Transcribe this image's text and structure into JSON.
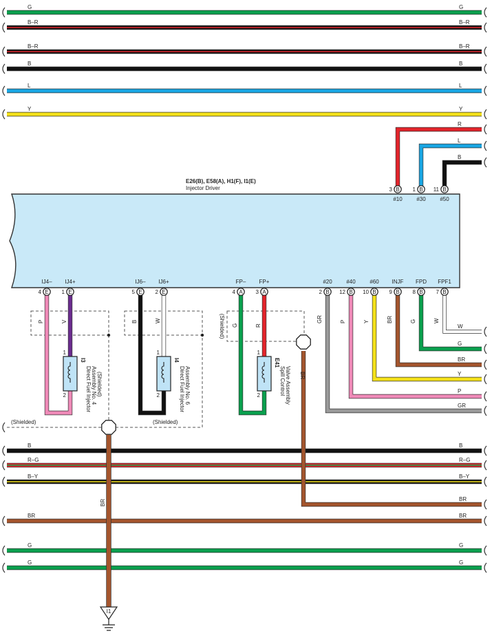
{
  "colors": {
    "G": "#0aa04e",
    "B": "#111111",
    "L": "#19a6e3",
    "Y": "#f4e11a",
    "R": "#e3242b",
    "P": "#ef8ab8",
    "V": "#6b2c8f",
    "W": "#ffffff",
    "BR": "#a4552d",
    "GR": "#9a9a9a",
    "ecu_fill": "#c9e9f8",
    "injector_fill": "#bfe3f6"
  },
  "top_buses": [
    {
      "label": "G",
      "color": "G"
    },
    {
      "label": "B–R",
      "color": "B",
      "stripe": "R"
    },
    {
      "label": "B–R",
      "color": "B",
      "stripe": "R"
    },
    {
      "label": "B",
      "color": "B"
    },
    {
      "label": "L",
      "color": "L"
    },
    {
      "label": "Y",
      "color": "Y"
    }
  ],
  "ecu": {
    "title": "E26(B), E58(A), H1(F), I1(E)",
    "name": "Injector Driver",
    "top_pins": [
      {
        "num": "3",
        "conn": "B",
        "signal": "#10",
        "wire": "R"
      },
      {
        "num": "1",
        "conn": "B",
        "signal": "#30",
        "wire": "L"
      },
      {
        "num": "11",
        "conn": "B",
        "signal": "#50",
        "wire": "B"
      }
    ],
    "bottom_pins": [
      {
        "num": "4",
        "conn": "E",
        "signal": "IJ4–"
      },
      {
        "num": "1",
        "conn": "E",
        "signal": "IJ4+"
      },
      {
        "num": "5",
        "conn": "E",
        "signal": "IJ6–"
      },
      {
        "num": "2",
        "conn": "E",
        "signal": "IJ6+"
      },
      {
        "num": "4",
        "conn": "A",
        "signal": "FP–"
      },
      {
        "num": "3",
        "conn": "A",
        "signal": "FP+"
      },
      {
        "num": "2",
        "conn": "B",
        "signal": "#20"
      },
      {
        "num": "12",
        "conn": "B",
        "signal": "#40"
      },
      {
        "num": "10",
        "conn": "B",
        "signal": "#60"
      },
      {
        "num": "9",
        "conn": "B",
        "signal": "INJF"
      },
      {
        "num": "8",
        "conn": "B",
        "signal": "FPD"
      },
      {
        "num": "7",
        "conn": "B",
        "signal": "FPF1"
      }
    ]
  },
  "wires": {
    "ij4_minus": "P",
    "ij4_plus": "V",
    "ij6_minus": "B",
    "ij6_plus": "W",
    "fp_minus": "G",
    "fp_plus": "R",
    "pin20": "GR",
    "pin40": "P",
    "pin60": "Y",
    "injf": "BR",
    "fpd": "G",
    "fpf1": "W",
    "shield_left": "BR",
    "shield_right": "BR"
  },
  "right_exits": [
    {
      "label": "W",
      "color": "W"
    },
    {
      "label": "G",
      "color": "G"
    },
    {
      "label": "BR",
      "color": "BR"
    },
    {
      "label": "Y",
      "color": "Y"
    },
    {
      "label": "P",
      "color": "P"
    },
    {
      "label": "GR",
      "color": "GR"
    }
  ],
  "components": {
    "inj4": {
      "code": "I3",
      "name": "Direct Fuel Injector",
      "name2": "Assembly No. 4",
      "note": "(Shielded)",
      "pin_top": "1",
      "pin_bottom": "2"
    },
    "inj6": {
      "code": "I4",
      "name": "Direct Fuel Injector",
      "name2": "Assembly No. 6",
      "pin_top": "1",
      "pin_bottom": "2"
    },
    "spill": {
      "code": "E41",
      "name": "Spill Control",
      "name2": "Valve Assembly",
      "pin_top": "1",
      "pin_bottom": "2"
    }
  },
  "shield_labels": {
    "left": "(Shielded)",
    "middle": "(Shielded)",
    "fp": "(Shielded)"
  },
  "bottom_buses": [
    {
      "label": "B",
      "color": "B"
    },
    {
      "label": "R–G",
      "color": "R",
      "stripe": "G"
    },
    {
      "label": "B–Y",
      "color": "B",
      "stripe": "Y"
    },
    {
      "label": "BR",
      "color": "BR",
      "left": false
    },
    {
      "label": "BR",
      "color": "BR"
    },
    {
      "label": "G",
      "color": "G"
    },
    {
      "label": "G",
      "color": "G"
    }
  ],
  "ground": {
    "label": "I1",
    "wire": "BR"
  }
}
